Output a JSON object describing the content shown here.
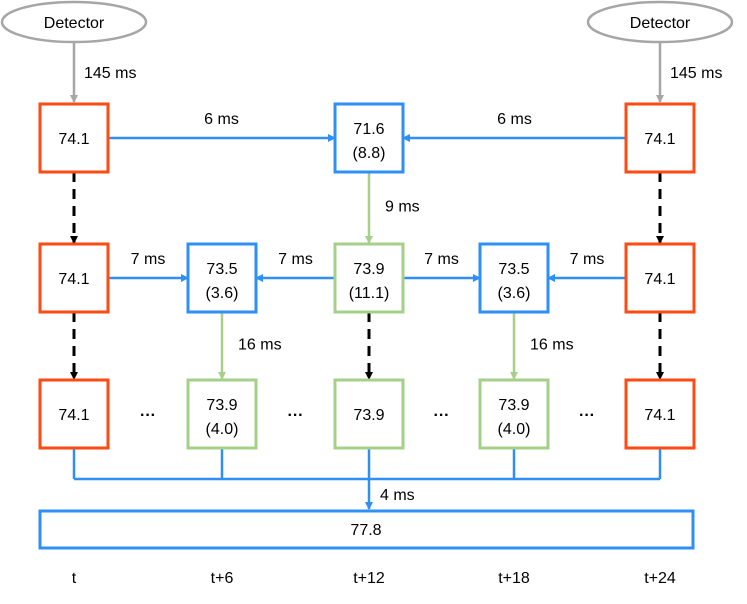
{
  "colors": {
    "orange": "#FF4A12",
    "blue": "#2E90F5",
    "green": "#A6D08A",
    "gray": "#A6A6A6",
    "black": "#000000"
  },
  "detectors": [
    {
      "label": "Detector"
    },
    {
      "label": "Detector"
    }
  ],
  "detector_delays": [
    "145 ms",
    "145 ms"
  ],
  "nodes": [
    {
      "id": "r1c0",
      "value": "74.1",
      "std": "",
      "color": "orange"
    },
    {
      "id": "r1c2",
      "value": "71.6",
      "std": "(8.8)",
      "color": "blue"
    },
    {
      "id": "r1c4",
      "value": "74.1",
      "std": "",
      "color": "orange"
    },
    {
      "id": "r2c0",
      "value": "74.1",
      "std": "",
      "color": "orange"
    },
    {
      "id": "r2c1",
      "value": "73.5",
      "std": "(3.6)",
      "color": "blue"
    },
    {
      "id": "r2c2",
      "value": "73.9",
      "std": "(11.1)",
      "color": "green"
    },
    {
      "id": "r2c3",
      "value": "73.5",
      "std": "(3.6)",
      "color": "blue"
    },
    {
      "id": "r2c4",
      "value": "74.1",
      "std": "",
      "color": "orange"
    },
    {
      "id": "r3c0",
      "value": "74.1",
      "std": "",
      "color": "orange"
    },
    {
      "id": "r3c1",
      "value": "73.9",
      "std": "(4.0)",
      "color": "green"
    },
    {
      "id": "r3c2",
      "value": "73.9",
      "std": "",
      "color": "green"
    },
    {
      "id": "r3c3",
      "value": "73.9",
      "std": "(4.0)",
      "color": "green"
    },
    {
      "id": "r3c4",
      "value": "74.1",
      "std": "",
      "color": "orange"
    }
  ],
  "edges": [
    {
      "from": "r1c0",
      "to": "r1c2",
      "label": "6 ms",
      "color": "blue"
    },
    {
      "from": "r1c4",
      "to": "r1c2",
      "label": "6 ms",
      "color": "blue"
    },
    {
      "from": "r1c2",
      "to": "r2c2",
      "label": "9 ms",
      "color": "green"
    },
    {
      "from": "r2c0",
      "to": "r2c1",
      "label": "7 ms",
      "color": "blue"
    },
    {
      "from": "r2c2",
      "to": "r2c1",
      "label": "7 ms",
      "color": "blue"
    },
    {
      "from": "r2c2",
      "to": "r2c3",
      "label": "7 ms",
      "color": "blue"
    },
    {
      "from": "r2c4",
      "to": "r2c3",
      "label": "7 ms",
      "color": "blue"
    },
    {
      "from": "r2c1",
      "to": "r3c1",
      "label": "16 ms",
      "color": "green"
    },
    {
      "from": "r2c3",
      "to": "r3c3",
      "label": "16 ms",
      "color": "green"
    },
    {
      "from": "r1c0",
      "to": "r2c0",
      "label": "",
      "color": "black",
      "dashed": true
    },
    {
      "from": "r2c0",
      "to": "r3c0",
      "label": "",
      "color": "black",
      "dashed": true
    },
    {
      "from": "r1c4",
      "to": "r2c4",
      "label": "",
      "color": "black",
      "dashed": true
    },
    {
      "from": "r2c4",
      "to": "r3c4",
      "label": "",
      "color": "black",
      "dashed": true
    },
    {
      "from": "r2c2",
      "to": "r3c2",
      "label": "",
      "color": "black",
      "dashed": true
    }
  ],
  "ellipsis": [
    "···",
    "···",
    "···",
    "···"
  ],
  "aggregate": {
    "value": "77.8",
    "delay": "4 ms",
    "color": "blue"
  },
  "time_labels": [
    "t",
    "t+6",
    "t+12",
    "t+18",
    "t+24"
  ]
}
